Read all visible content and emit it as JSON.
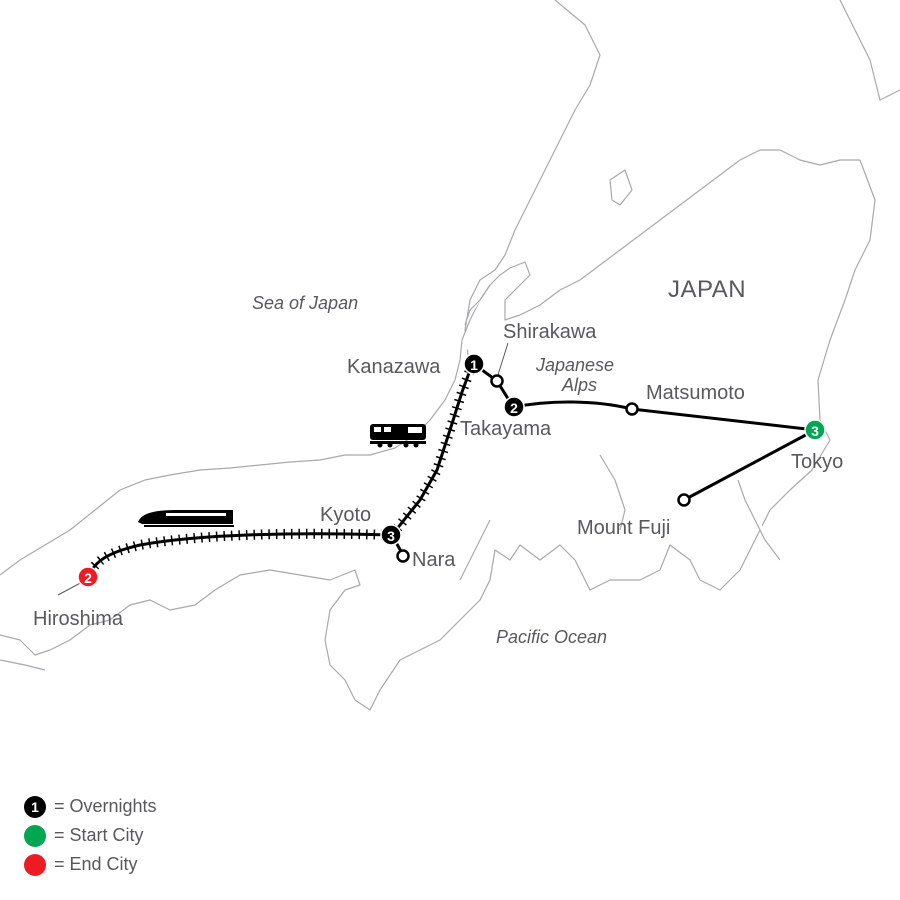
{
  "map": {
    "country_label": "JAPAN",
    "water_labels": {
      "sea_of_japan": "Sea of Japan",
      "pacific_ocean": "Pacific Ocean",
      "japanese_alps_line1": "Japanese",
      "japanese_alps_line2": "Alps"
    },
    "cities": {
      "kanazawa": {
        "name": "Kanazawa",
        "overnights": "1",
        "role": "overnight"
      },
      "shirakawa": {
        "name": "Shirakawa",
        "role": "visit"
      },
      "takayama": {
        "name": "Takayama",
        "overnights": "2",
        "role": "overnight"
      },
      "matsumoto": {
        "name": "Matsumoto",
        "role": "visit"
      },
      "tokyo": {
        "name": "Tokyo",
        "overnights": "3",
        "role": "start"
      },
      "mount_fuji": {
        "name": "Mount Fuji",
        "role": "visit"
      },
      "kyoto": {
        "name": "Kyoto",
        "overnights": "3",
        "role": "overnight"
      },
      "nara": {
        "name": "Nara",
        "role": "visit"
      },
      "hiroshima": {
        "name": "Hiroshima",
        "overnights": "2",
        "role": "end"
      }
    },
    "transport_icons": [
      "train-icon",
      "bullet-train-icon"
    ],
    "colors": {
      "overnight": "#000000",
      "start": "#00a651",
      "end": "#ed1c24",
      "land_stroke": "#a7a9ac",
      "label": "#58595b"
    }
  },
  "legend": [
    {
      "symbol": "1",
      "color": "#000000",
      "text": "= Overnights"
    },
    {
      "symbol": "",
      "color": "#00a651",
      "text": "= Start City"
    },
    {
      "symbol": "",
      "color": "#ed1c24",
      "text": "= End City"
    }
  ]
}
